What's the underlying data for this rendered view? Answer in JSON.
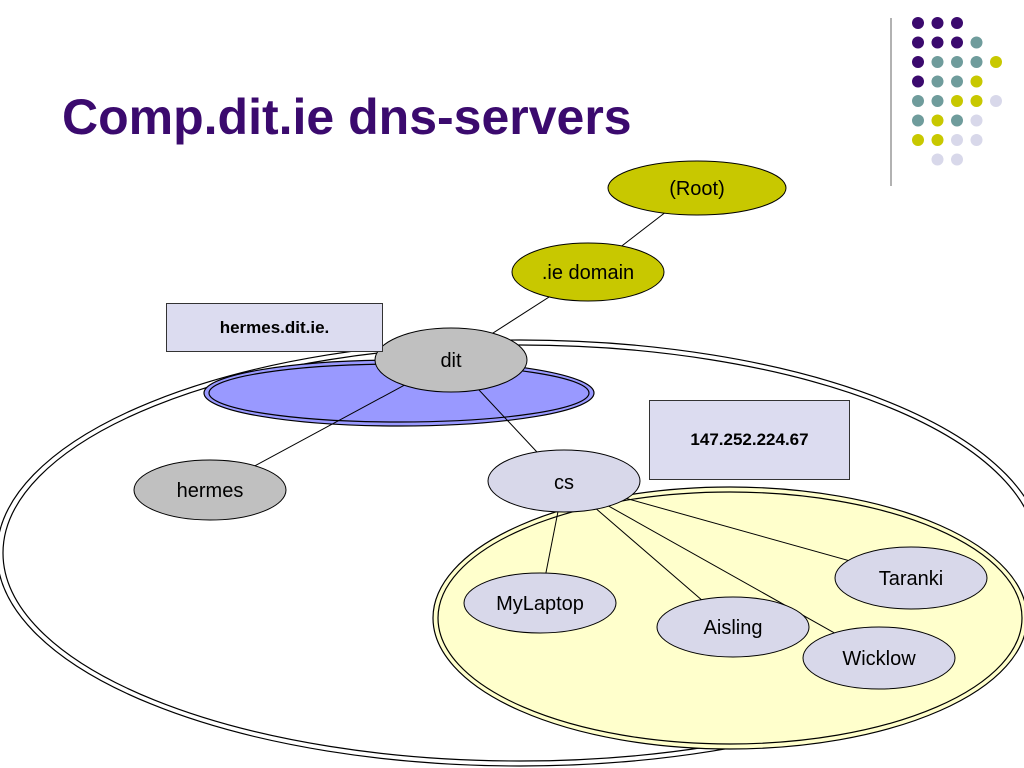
{
  "title": "Comp.dit.ie dns-servers",
  "callouts": {
    "hermes_name": "hermes.dit.ie.",
    "ip_address": "147.252.224.67"
  },
  "nodes": {
    "root": "(Root)",
    "ie": ".ie domain",
    "dit": "dit",
    "hermes": "hermes",
    "cs": "cs",
    "mylaptop": "MyLaptop",
    "aisling": "Aisling",
    "wicklow": "Wicklow",
    "taranki": "Taranki"
  },
  "colors": {
    "title": "#3b0a6e",
    "purple": "#3b0a6e",
    "teal": "#6f9c9c",
    "olive": "#c8c800",
    "lavender": "#d8d8ea",
    "gray_node": "#c0c0c0",
    "blue_zone": "#9999ff",
    "yellow_zone": "#ffffcc"
  },
  "decor": {
    "dot_grid": [
      [
        "purple",
        "purple",
        "purple"
      ],
      [
        "purple",
        "purple",
        "purple",
        "teal"
      ],
      [
        "purple",
        "teal",
        "teal",
        "teal",
        "olive"
      ],
      [
        "purple",
        "teal",
        "teal",
        "olive"
      ],
      [
        "teal",
        "teal",
        "olive",
        "olive",
        "lavender"
      ],
      [
        "teal",
        "olive",
        "teal",
        "lavender"
      ],
      [
        "olive",
        "olive",
        "lavender",
        "lavender"
      ],
      [
        "lavender",
        "lavender"
      ]
    ]
  }
}
